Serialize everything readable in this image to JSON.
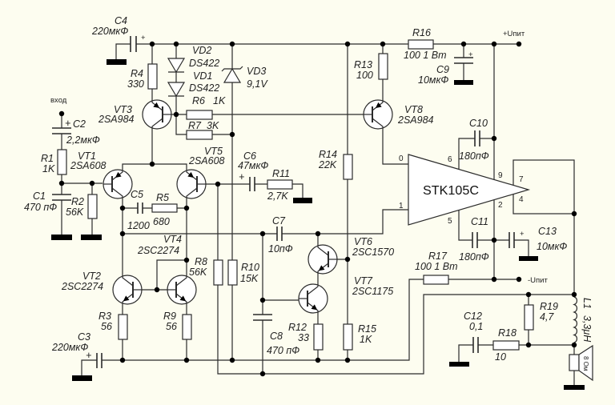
{
  "background": "#fdfdf0",
  "line_color": "#2b2b2b",
  "terminals": {
    "input": "вход",
    "vplus": "+Uпит",
    "vminus": "-Uпит"
  },
  "ic": {
    "name": "STK105C",
    "pins": {
      "p0": "0",
      "p1": "1",
      "p2": "2",
      "p4": "4",
      "p5": "5",
      "p6": "6",
      "p7": "7",
      "p9": "9"
    }
  },
  "polarity_mark": "+",
  "components": {
    "C1": {
      "ref": "C1",
      "value": "470 пФ"
    },
    "C2": {
      "ref": "C2",
      "value": "2,2мкФ"
    },
    "C3": {
      "ref": "C3",
      "value": "220мкФ"
    },
    "C4": {
      "ref": "C4",
      "value": "220мкФ"
    },
    "C5": {
      "ref": "C5",
      "value": "1200"
    },
    "C6": {
      "ref": "C6",
      "value": "47мкФ"
    },
    "C7": {
      "ref": "C7",
      "value": "10пФ"
    },
    "C8": {
      "ref": "C8",
      "value": "470 пФ"
    },
    "C9": {
      "ref": "C9",
      "value": "10мкФ"
    },
    "C10": {
      "ref": "C10",
      "value": "180пФ"
    },
    "C11": {
      "ref": "C11",
      "value": "180пФ"
    },
    "C12": {
      "ref": "C12",
      "value": "0,1"
    },
    "C13": {
      "ref": "C13",
      "value": "10мкФ"
    },
    "R1": {
      "ref": "R1",
      "value": "1K"
    },
    "R2": {
      "ref": "R2",
      "value": "56K"
    },
    "R3": {
      "ref": "R3",
      "value": "56"
    },
    "R4": {
      "ref": "R4",
      "value": "330"
    },
    "R5": {
      "ref": "R5",
      "value": "680"
    },
    "R6": {
      "ref": "R6",
      "value": "1K"
    },
    "R7": {
      "ref": "R7",
      "value": "3K"
    },
    "R8": {
      "ref": "R8",
      "value": "56K"
    },
    "R9": {
      "ref": "R9",
      "value": "56"
    },
    "R10": {
      "ref": "R10",
      "value": "15K"
    },
    "R11": {
      "ref": "R11",
      "value": "2,7K"
    },
    "R12": {
      "ref": "R12",
      "value": "33"
    },
    "R13": {
      "ref": "R13",
      "value": "100"
    },
    "R14": {
      "ref": "R14",
      "value": "22K"
    },
    "R15": {
      "ref": "R15",
      "value": "1K"
    },
    "R16": {
      "ref": "R16",
      "value": "100 1 Вт"
    },
    "R17": {
      "ref": "R17",
      "value": "100 1 Вт"
    },
    "R18": {
      "ref": "R18",
      "value": "10"
    },
    "R19": {
      "ref": "R19",
      "value": "4,7"
    },
    "VD1": {
      "ref": "VD1",
      "value": "DS422"
    },
    "VD2": {
      "ref": "VD2",
      "value": "DS422"
    },
    "VD3": {
      "ref": "VD3",
      "value": "9,1V"
    },
    "VT1": {
      "ref": "VT1",
      "value": "2SA608"
    },
    "VT2": {
      "ref": "VT2",
      "value": "2SC2274"
    },
    "VT3": {
      "ref": "VT3",
      "value": "2SA984"
    },
    "VT4": {
      "ref": "VT4",
      "value": "2SC2274"
    },
    "VT5": {
      "ref": "VT5",
      "value": "2SA608"
    },
    "VT6": {
      "ref": "VT6",
      "value": "2SC1570"
    },
    "VT7": {
      "ref": "VT7",
      "value": "2SC1175"
    },
    "VT8": {
      "ref": "VT8",
      "value": "2SA984"
    },
    "L1": {
      "ref": "L1",
      "value": "3,3μH"
    },
    "speaker": {
      "value": "8 Ом"
    }
  }
}
